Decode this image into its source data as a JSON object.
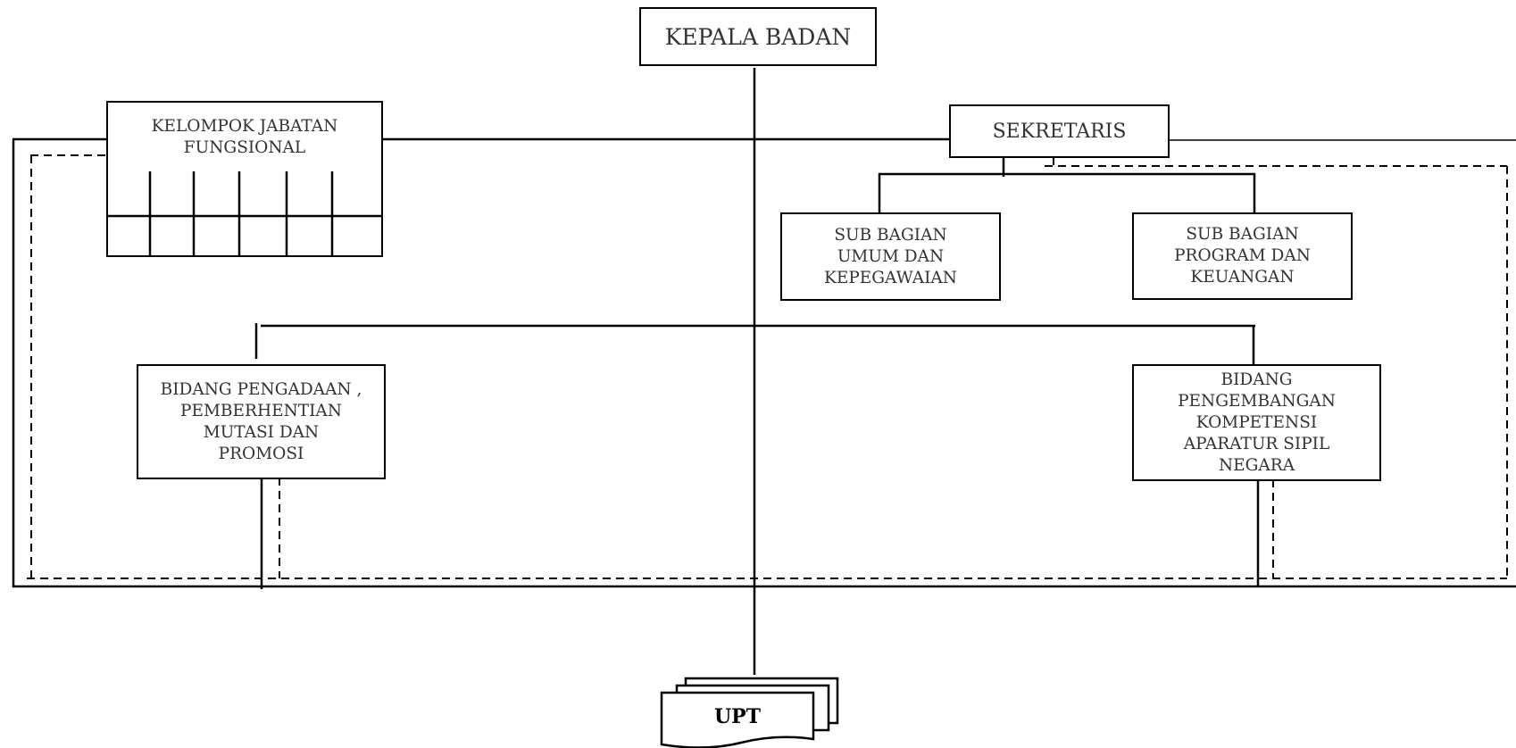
{
  "diagram": {
    "head": "KEPALA BADAN",
    "functional_group": "KELOMPOK JABATAN\nFUNGSIONAL",
    "secretary": "SEKRETARIS",
    "sub_general": "SUB BAGIAN\nUMUM DAN\nKEPEGAWAIAN",
    "sub_program": "SUB BAGIAN\nPROGRAM DAN\nKEUANGAN",
    "division_procurement": "BIDANG PENGADAAN ,\nPEMBERHENTIAN\nMUTASI DAN\nPROMOSI",
    "division_competency": "BIDANG\nPENGEMBANGAN\nKOMPETENSI\nAPARATUR SIPIL\nNEGARA",
    "upt": "UPT"
  }
}
